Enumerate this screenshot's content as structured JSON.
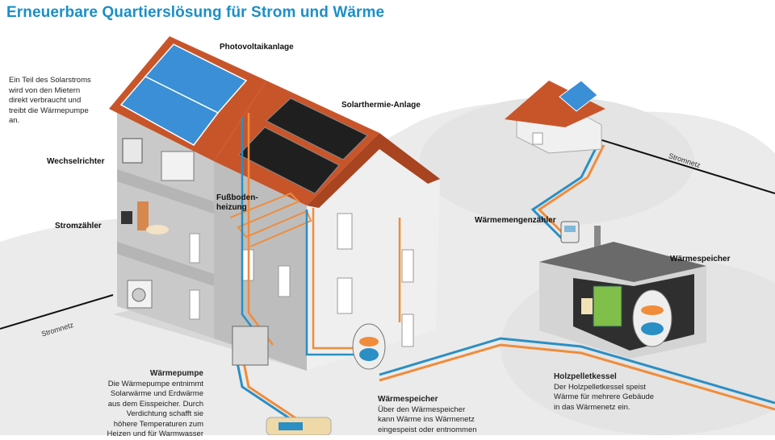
{
  "title": "Erneuerbare Quartierslösung für Strom und Wärme",
  "labels": {
    "pv": "Photovoltaikanlage",
    "solarthermie": "Solarthermie-Anlage",
    "wechselrichter": "Wechselrichter",
    "stromzaehler": "Stromzähler",
    "fussboden_1": "Fußboden-",
    "fussboden_2": "heizung",
    "waermemengenzaehler": "Wärmemengenzähler",
    "waermespeicher_right": "Wärmespeicher",
    "stromnetz_left": "Stromnetz",
    "stromnetz_right": "Stromnetz"
  },
  "notes": {
    "solarstrom": [
      "Ein Teil des Solarstroms",
      "wird von den Mietern",
      "direkt verbraucht und",
      "treibt die Wärmepumpe",
      "an."
    ],
    "waermepumpe_title": "Wärmepumpe",
    "waermepumpe": [
      "Die Wärmepumpe entnimmt",
      "Solarwärme und Erdwärme",
      "aus dem Eisspeicher. Durch",
      "Verdichtung schafft sie",
      "höhere Temperaturen zum",
      "Heizen und für Warmwasser"
    ],
    "waermespeicher_title": "Wärmespeicher",
    "waermespeicher": [
      "Über den Wärmespeicher",
      "kann Wärme ins Wärmenetz",
      "eingespeist oder entnommen"
    ],
    "holz_title": "Holzpelletkessel",
    "holz": [
      "Der Holzpelletkessel speist",
      "Wärme für mehrere Gebäude",
      "in das Wärmenetz ein."
    ]
  },
  "colors": {
    "title": "#1a8fc9",
    "roof": "#c8552a",
    "pipe_warm": "#f08c3a",
    "pipe_cold": "#2a8fc4",
    "ground": "#e6e6e6"
  }
}
